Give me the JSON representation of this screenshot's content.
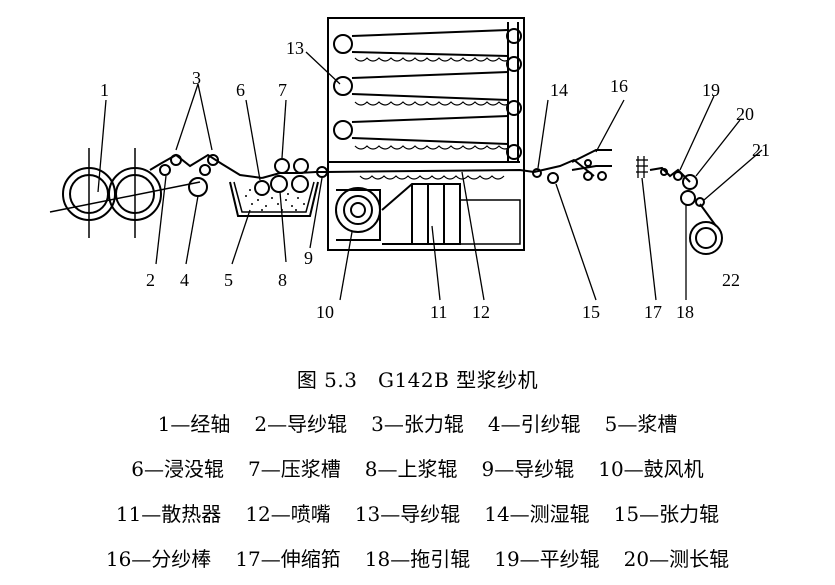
{
  "diagram": {
    "labels": [
      "1",
      "2",
      "3",
      "4",
      "5",
      "6",
      "7",
      "8",
      "9",
      "10",
      "11",
      "12",
      "13",
      "14",
      "15",
      "16",
      "17",
      "18",
      "19",
      "20",
      "21",
      "22"
    ]
  },
  "caption": "图 5.3　G142B 型浆纱机",
  "legend": [
    [
      "1—经轴",
      "2—导纱辊",
      "3—张力辊",
      "4—引纱辊",
      "5—浆槽"
    ],
    [
      "6—浸没辊",
      "7—压浆槽",
      "8—上浆辊",
      "9—导纱辊",
      "10—鼓风机"
    ],
    [
      "11—散热器",
      "12—喷嘴",
      "13—导纱辊",
      "14—测湿辊",
      "15—张力辊"
    ],
    [
      "16—分纱棒",
      "17—伸缩筘",
      "18—拖引辊",
      "19—平纱辊",
      "20—测长辊"
    ]
  ]
}
